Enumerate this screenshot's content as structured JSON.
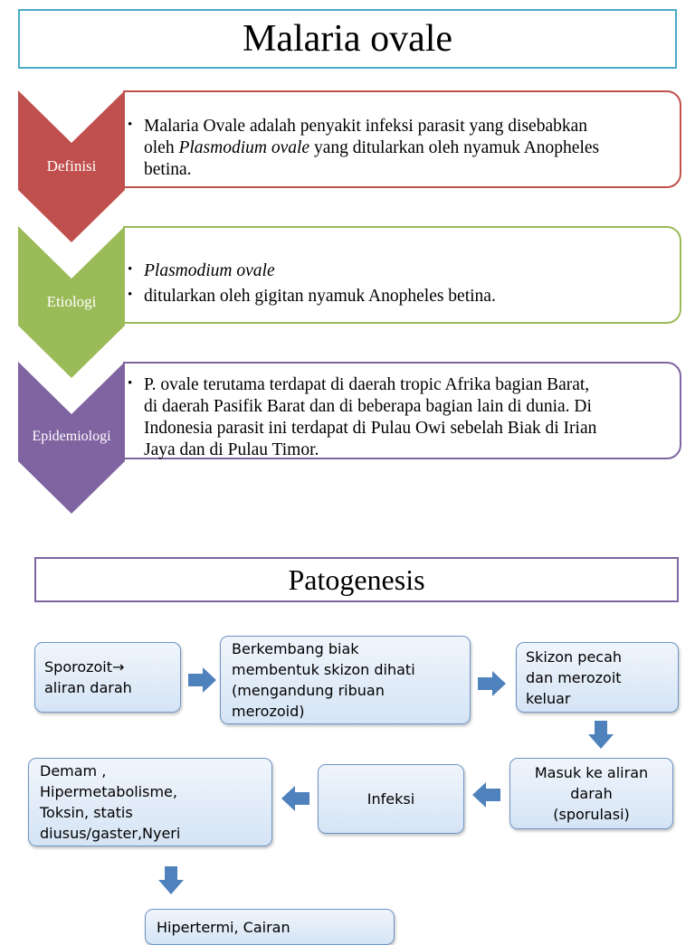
{
  "header": {
    "title": "Malaria ovale"
  },
  "sections": [
    {
      "label": "Definisi",
      "color": "#c0504d",
      "bullets": [
        {
          "pre": "Malaria Ovale adalah  penyakit infeksi parasit yang disebabkan",
          "pre2": "oleh ",
          "italic": "Plasmodium ovale",
          "post": " yang ditularkan oleh nyamuk Anopheles",
          "post2": "betina."
        }
      ]
    },
    {
      "label": "Etiologi",
      "color": "#9bbb59",
      "bullets": [
        {
          "italic": "Plasmodium ovale"
        },
        {
          "text": "ditularkan oleh gigitan nyamuk Anopheles betina."
        }
      ]
    },
    {
      "label": "Epidemiologi",
      "color": "#8064a2",
      "bullets": [
        {
          "line1": "P. ovale terutama terdapat di daerah tropic Afrika bagian Barat,",
          "line2": "di daerah Pasifik Barat dan di beberapa bagian lain di dunia. Di",
          "line3": "Indonesia parasit ini terdapat di Pulau Owi sebelah Biak di Irian",
          "line4": "Jaya dan di Pulau Timor."
        }
      ]
    }
  ],
  "patogenesis": {
    "title": "Patogenesis",
    "boxes": {
      "sporozoit": "Sporozoit→\naliran darah",
      "berkembang": "Berkembang biak\nmembentuk skizon dihati\n(mengandung ribuan\nmerozoid)",
      "skizon": "Skizon pecah\ndan merozoit\nkeluar",
      "masuk": "Masuk ke aliran\ndarah\n(sporulasi)",
      "infeksi": "Infeksi",
      "demam": "Demam ,\nHipermetabolisme,\nToksin, statis\ndiusus/gaster,Nyeri",
      "hipertermi": "Hipertermi, Cairan"
    }
  },
  "colors": {
    "arrow": "#4f81bd",
    "flow_border": "#6d95c7"
  }
}
